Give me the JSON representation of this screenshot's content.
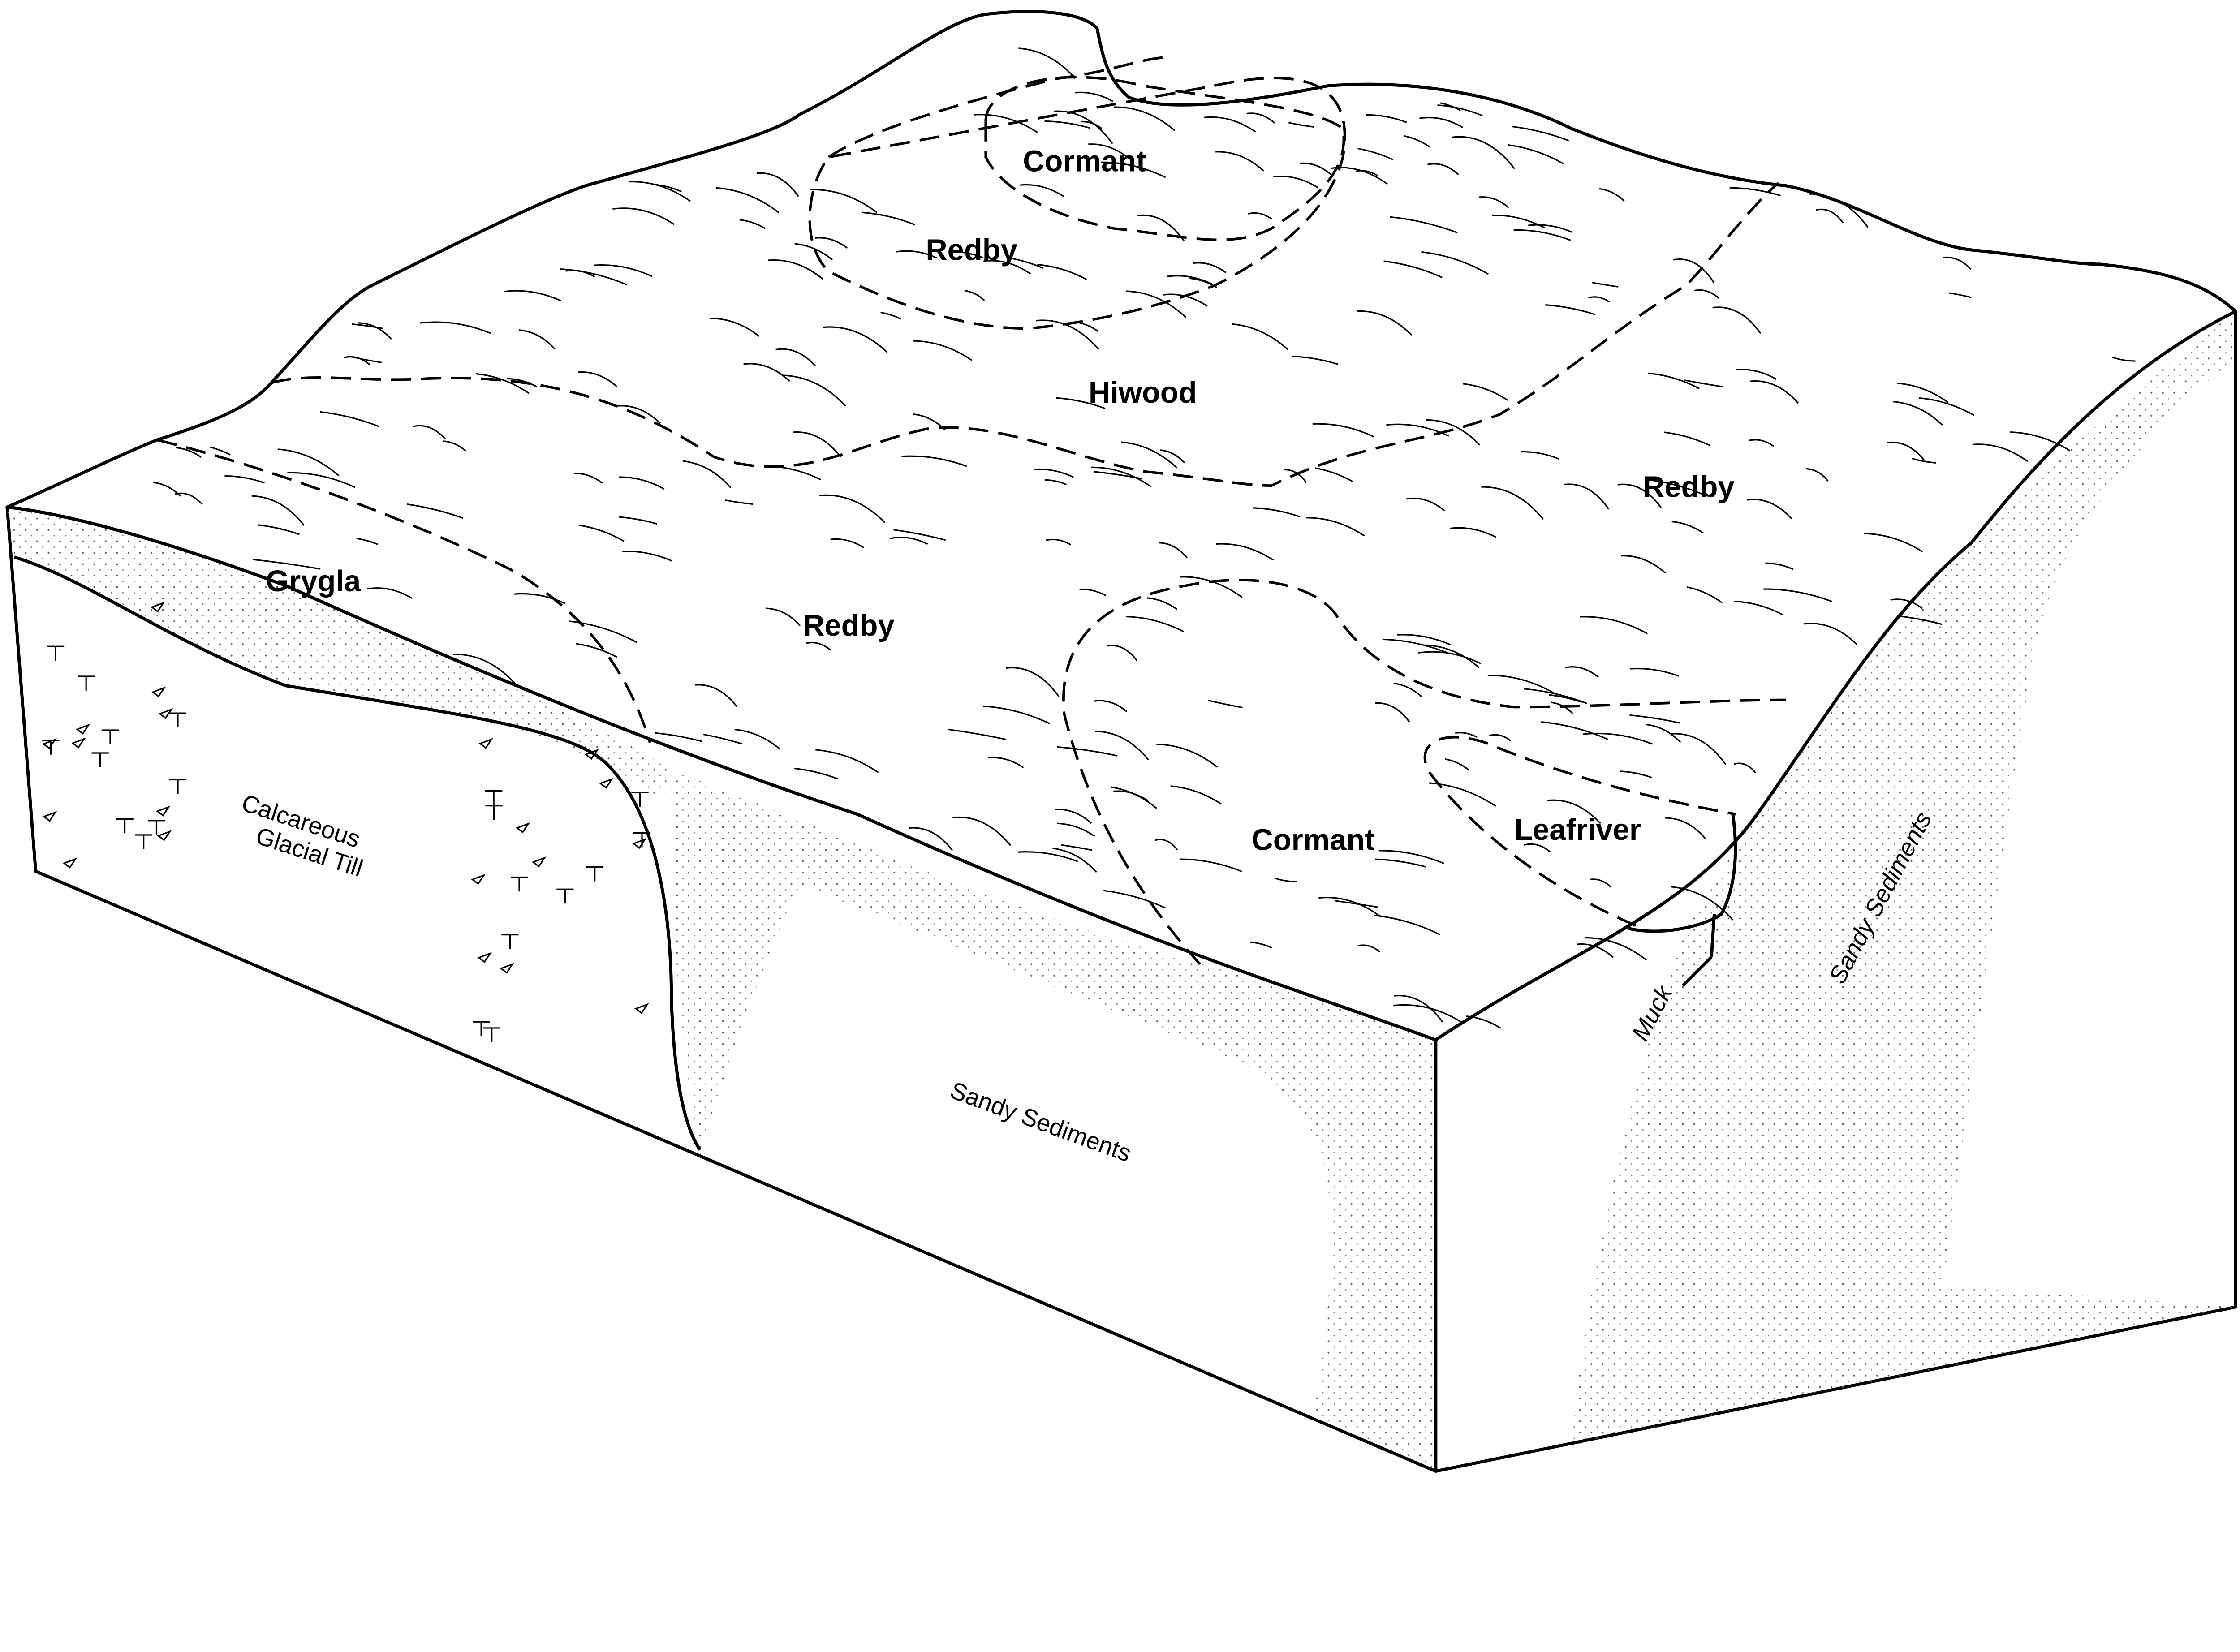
{
  "diagram": {
    "soil_labels": {
      "cormant_top": "Cormant",
      "redby_top": "Redby",
      "hiwood": "Hiwood",
      "redby_right": "Redby",
      "grygla": "Grygla",
      "redby_center": "Redby",
      "cormant_bottom": "Cormant",
      "leafriver": "Leafriver"
    },
    "material_labels": {
      "till_line1": "Calcareous",
      "till_line2": "Glacial Till",
      "sandy_front": "Sandy Sediments",
      "sandy_right": "Sandy Sediments",
      "muck": "Muck"
    }
  }
}
